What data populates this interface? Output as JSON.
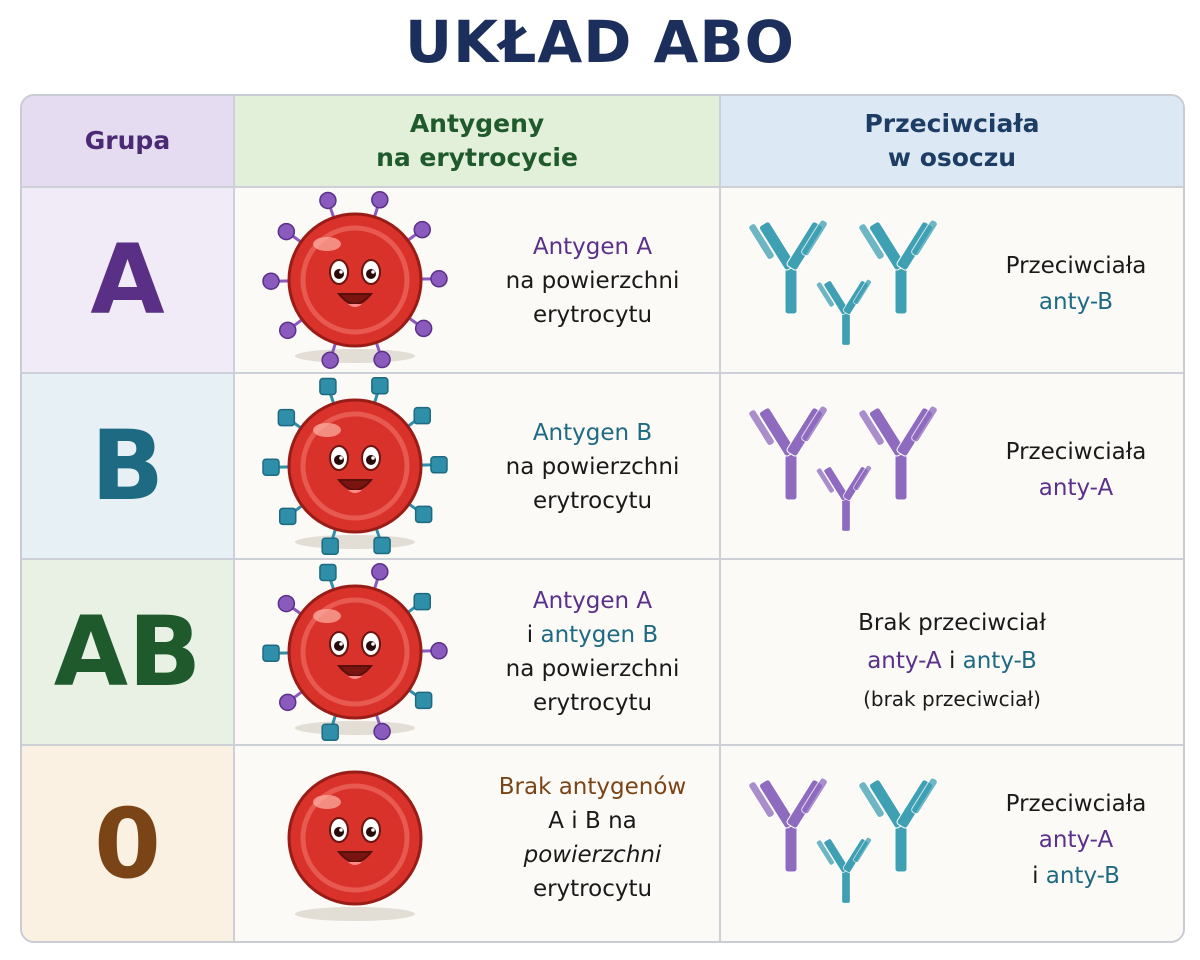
{
  "title": "UKŁAD ABO",
  "headers": {
    "group": "Grupa",
    "antigens": "Antygeny\nna erytrocycie",
    "antibodies": "Przeciwciała\nw osoczu"
  },
  "rows": [
    {
      "group": "A",
      "antigen": {
        "l1": "Antygen A",
        "l2": "na powierzchni",
        "l3": "erytrocytu"
      },
      "antibody": {
        "l1": "Przeciwciała",
        "l2": "anty-B"
      }
    },
    {
      "group": "B",
      "antigen": {
        "l1": "Antygen B",
        "l2": "na powierzchni",
        "l3": "erytrocytu"
      },
      "antibody": {
        "l1": "Przeciwciała",
        "l2": "anty-A"
      }
    },
    {
      "group": "AB",
      "antigen": {
        "l1": "Antygen A",
        "l2a": "i",
        "l2b": "antygen B",
        "l3": "na powierzchni",
        "l4": "erytrocytu"
      },
      "antibody": {
        "l1": "Brak przeciwciał",
        "l2a": "anty-A",
        "l2b": "i",
        "l2c": "anty-B",
        "l3": "(brak przeciwciał)"
      }
    },
    {
      "group": "0",
      "antigen": {
        "l1": "Brak antygenów",
        "l2a": "A i B",
        "l2b": "na",
        "l3": "powierzchni",
        "l4": "erytrocytu"
      },
      "antibody": {
        "l1": "Przeciwciała",
        "l2": "anty-A",
        "l3a": "i",
        "l3b": "anty-B"
      }
    }
  ],
  "colors": {
    "title": "#1c2f5c",
    "antigen_a": "#8a5bbd",
    "antigen_b": "#2f8fa8",
    "cell_red": "#d8322b",
    "antibody_anti_a": "#8f6bbf",
    "antibody_anti_b": "#3fa0b4"
  },
  "icons": [
    "red-blood-cell-icon",
    "antigen-a-icon",
    "antigen-b-icon",
    "antibody-icon"
  ]
}
